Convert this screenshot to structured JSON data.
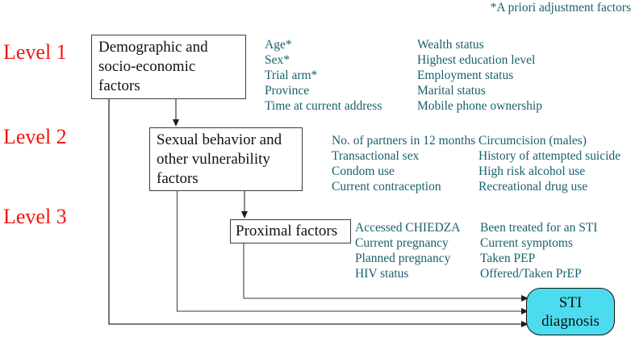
{
  "note": "*A priori adjustment factors",
  "colors": {
    "level-color": "#f2150d",
    "list-color": "#19606e",
    "sti-fill": "#4cdcf0"
  },
  "levels": {
    "level1": {
      "label": "Level 1",
      "box": "Demographic and socio-economic factors"
    },
    "level2": {
      "label": "Level 2",
      "box": "Sexual behavior and other vulnerability factors"
    },
    "level3": {
      "label": "Level 3",
      "box": "Proximal factors"
    }
  },
  "outcome": {
    "label": "STI diagnosis"
  },
  "lists": {
    "level1_col1": [
      "Age*",
      "Sex*",
      "Trial arm*",
      "Province",
      "Time at current address"
    ],
    "level1_col2": [
      "Wealth status",
      "Highest education level",
      "Employment status",
      "Marital status",
      "Mobile phone ownership"
    ],
    "level2_col1": [
      "No. of partners in 12 months",
      "Transactional sex",
      "Condom use",
      "Current contraception"
    ],
    "level2_col2": [
      "Circumcision (males)",
      "History of attempted suicide",
      "High risk alcohol use",
      "Recreational drug use"
    ],
    "level3_col1": [
      "Accessed CHIEDZA",
      "Current pregnancy",
      "Planned pregnancy",
      "HIV status"
    ],
    "level3_col2": [
      "Been treated for an STI",
      "Current symptoms",
      "Taken PEP",
      "Offered/Taken PrEP"
    ]
  }
}
